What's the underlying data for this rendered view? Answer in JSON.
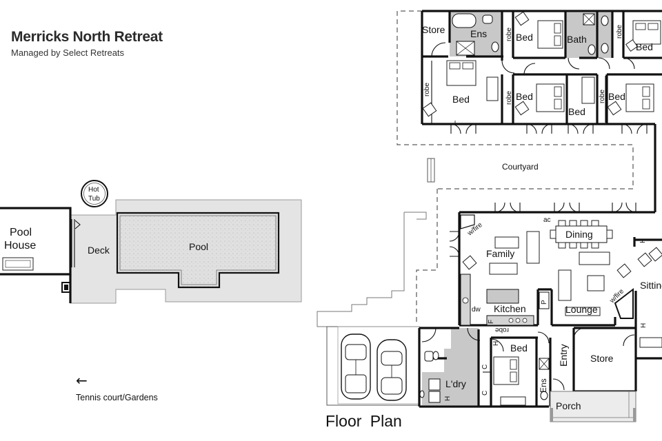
{
  "header": {
    "title": "Merricks North Retreat",
    "subtitle": "Managed by Select Retreats"
  },
  "footer": {
    "floor_plan_label": "Floor Plan",
    "tennis_label": "Tennis court/Gardens",
    "arrow_icon": "left-arrow-icon"
  },
  "rooms": {
    "store_top": "Store",
    "ens_top": "Ens",
    "robe_1": "robe",
    "bed_top_1": "Bed",
    "bath": "Bath",
    "robe_2": "robe",
    "bed_top_right": "Bed",
    "robe_left": "robe",
    "bed_master": "Bed",
    "robe_3": "robe",
    "bed_mid_1": "Bed",
    "bed_mid_2": "Bed",
    "robe_4": "robe",
    "bed_mid_3": "Bed",
    "courtyard": "Courtyard",
    "hot_tub_line1": "Hot",
    "hot_tub_line2": "Tub",
    "pool_house_line1": "Pool",
    "pool_house_line2": "House",
    "deck": "Deck",
    "pool": "Pool",
    "wfire_1": "w/fire",
    "ac": "ac",
    "dining": "Dining",
    "family": "Family",
    "sitting": "Sitting",
    "wfire_2": "w/fire",
    "dw": "dw",
    "kitchen": "Kitchen",
    "p": "P",
    "f": "F",
    "lounge": "Lounge",
    "robe_5": "robe",
    "h_1": "H",
    "h_2": "H",
    "h_3": "H",
    "h_4": "H",
    "bed_bottom": "Bed",
    "c_1": "C",
    "c_2": "C",
    "entry": "Entry",
    "store_bottom": "Store",
    "ens_bottom": "Ens",
    "laundry": "L'dry",
    "porch": "Porch"
  },
  "colors": {
    "wall": "#111111",
    "wet_area": "#c8c8c8",
    "pool_surface": "#dedede",
    "deck": "#e4e4e4",
    "background": "#ffffff"
  }
}
